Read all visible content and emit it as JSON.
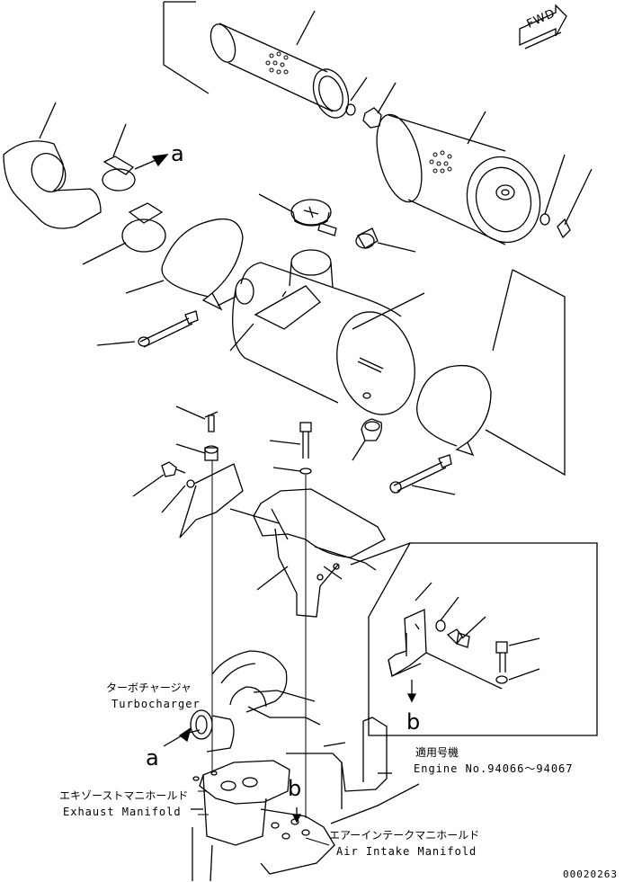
{
  "fwd": "FWD",
  "refs": {
    "a_top": "a",
    "a_bottom": "a",
    "b_inset": "b",
    "b_bottom": "b"
  },
  "labels": {
    "turbo_jp": "ターボチャージャ",
    "turbo_en": "Turbocharger",
    "exhaust_jp": "エキゾーストマニホールド",
    "exhaust_en": "Exhaust Manifold",
    "intake_jp": "エアーインテークマニホールド",
    "intake_en": "Air Intake Manifold",
    "applic_jp": "適用号機",
    "applic_en": "Engine No.94066〜94067"
  },
  "doc_number": "00020263"
}
